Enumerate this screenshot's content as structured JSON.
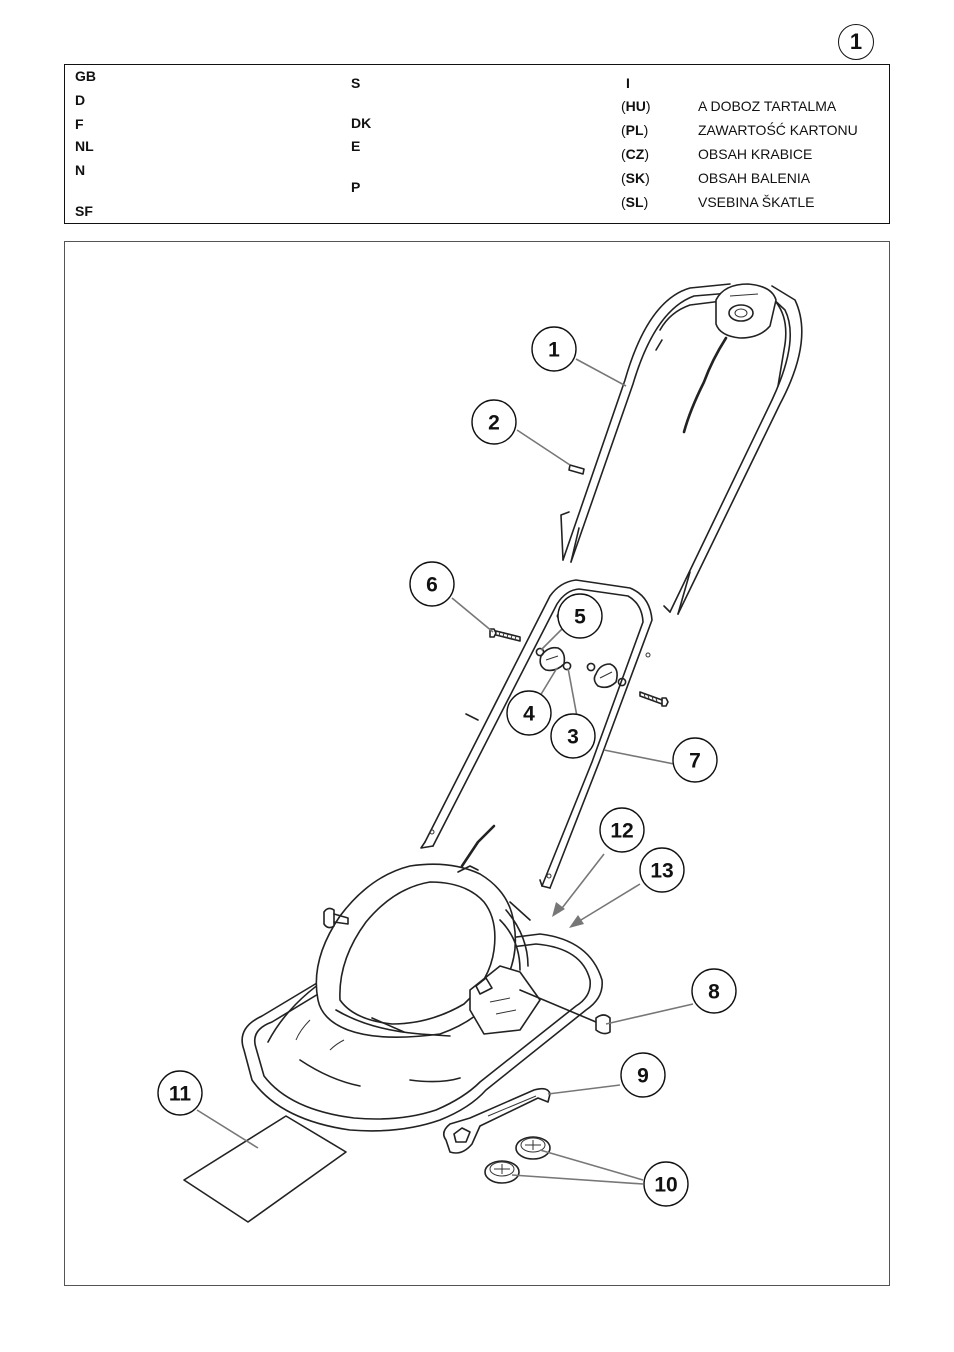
{
  "page_badge": "1",
  "language_table": {
    "col1": [
      "GB",
      "D",
      "F",
      "NL",
      "N",
      "SF"
    ],
    "col2": [
      "S",
      "DK",
      "E",
      "P"
    ],
    "col3_header": "I",
    "col3": [
      {
        "open": "(",
        "code": "HU",
        "close": ")",
        "text": "A DOBOZ TARTALMA"
      },
      {
        "open": "(",
        "code": "PL",
        "close": ")",
        "text": "ZAWARTOŚĆ KARTONU"
      },
      {
        "open": "(",
        "code": "CZ",
        "close": ")",
        "text": "OBSAH KRABICE"
      },
      {
        "open": "(",
        "code": "SK",
        "close": ")",
        "text": "OBSAH BALENIA"
      },
      {
        "open": "(",
        "code": "SL",
        "close": ")",
        "text": "VSEBINA ŠKATLE"
      }
    ]
  },
  "callouts": [
    "1",
    "2",
    "3",
    "4",
    "5",
    "6",
    "7",
    "8",
    "9",
    "10",
    "11",
    "12",
    "13"
  ]
}
